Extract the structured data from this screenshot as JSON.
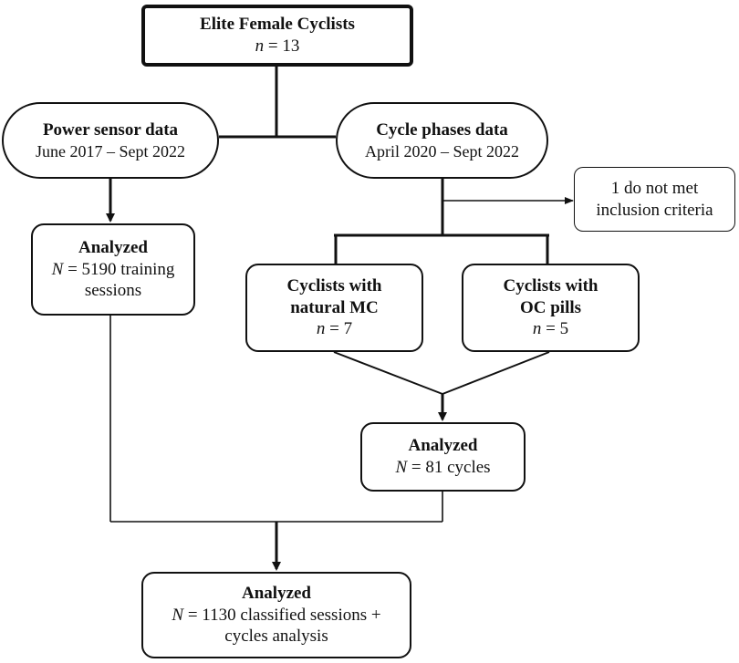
{
  "nodes": {
    "root": {
      "title": "Elite Female Cyclists",
      "var": "n",
      "eq": " = 13"
    },
    "power": {
      "title": "Power sensor data",
      "sub": "June 2017 – Sept 2022"
    },
    "cycle": {
      "title": "Cycle phases data",
      "sub": "April 2020 – Sept 2022"
    },
    "excluded": {
      "line1": "1 do not met",
      "line2": "inclusion criteria"
    },
    "analyzed_sessions": {
      "title": "Analyzed",
      "var": "N",
      "eq": " = 5190 training",
      "line3": "sessions"
    },
    "natural_mc": {
      "line1": "Cyclists with",
      "line2": "natural MC",
      "var": "n",
      "eq": " = 7"
    },
    "oc_pills": {
      "line1": "Cyclists with",
      "line2": "OC pills",
      "var": "n",
      "eq": " = 5"
    },
    "analyzed_cycles": {
      "title": "Analyzed",
      "var": "N",
      "eq": " = 81 cycles"
    },
    "final": {
      "title": "Analyzed",
      "var": "N",
      "eq": " = 1130 classified sessions +",
      "line3": "cycles analysis"
    }
  }
}
